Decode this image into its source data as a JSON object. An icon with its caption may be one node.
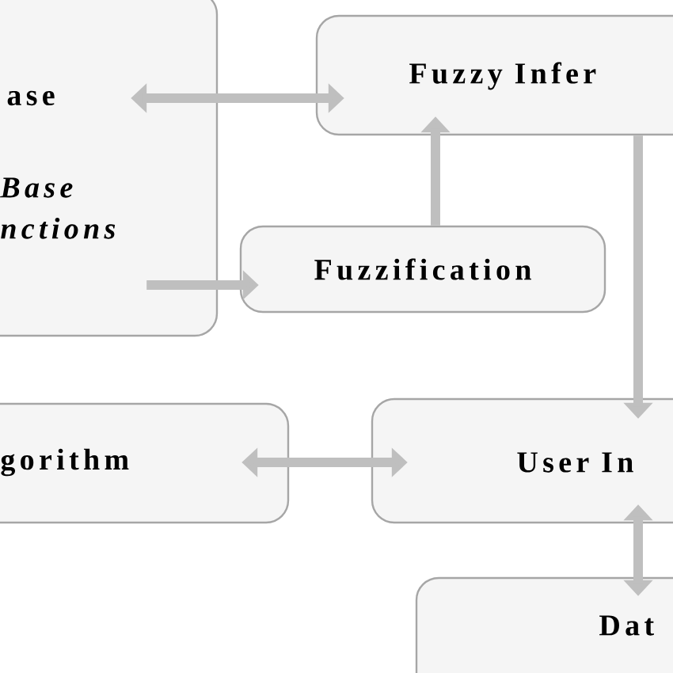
{
  "diagram": {
    "nodes": [
      {
        "text": [
          "ase",
          "*Base nctions*"
        ]
      },
      {
        "text": [
          "Fuzzy Infer"
        ]
      },
      {
        "text": [
          "Fuzzification"
        ]
      },
      {
        "text": [
          "gorithm"
        ]
      },
      {
        "text": [
          "User In"
        ]
      },
      {
        "text": [
          "Dat"
        ]
      }
    ],
    "edges": [
      {
        "from": 0,
        "to": 1,
        "arrow": "both"
      },
      {
        "from": 0,
        "to": 2,
        "arrow": "to"
      },
      {
        "from": 2,
        "to": 1,
        "arrow": "to"
      },
      {
        "from": 1,
        "to": 4,
        "arrow": "to"
      },
      {
        "from": 3,
        "to": 4,
        "arrow": "both"
      },
      {
        "from": 4,
        "to": 5,
        "arrow": "both"
      }
    ]
  }
}
